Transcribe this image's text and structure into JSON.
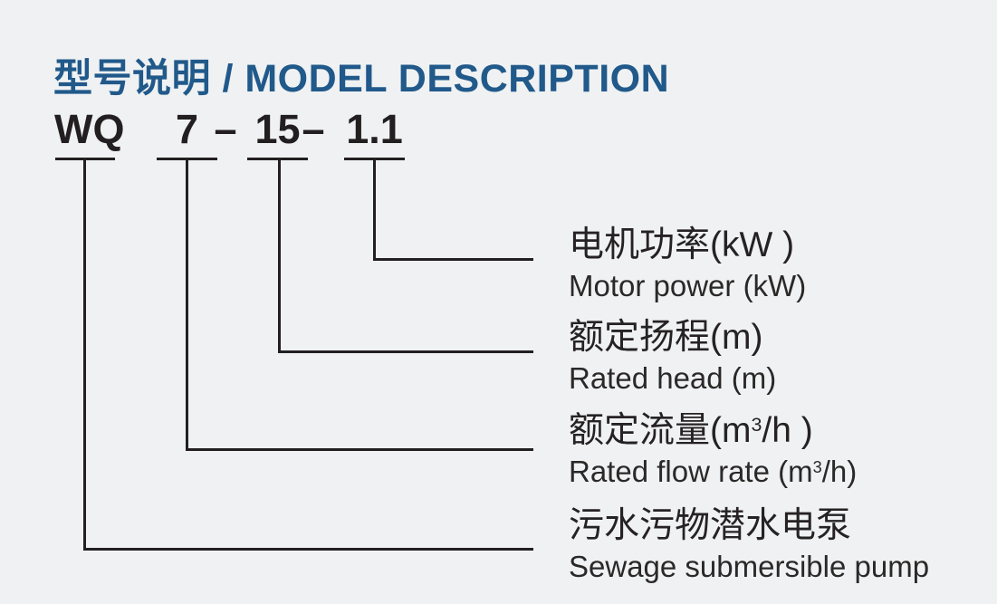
{
  "page": {
    "background": "#eff1f2"
  },
  "title": {
    "text": "型号说明 / MODEL DESCRIPTION",
    "color": "#20598a"
  },
  "model": {
    "segments": {
      "series": "WQ",
      "flow": "7",
      "head": "15",
      "power": "1.1"
    },
    "separator": "–"
  },
  "labels": {
    "motor_power": {
      "zh": [
        "电机功率(kW )",
        "",
        ""
      ],
      "en": [
        "Motor power (kW)",
        "",
        ""
      ]
    },
    "rated_head": {
      "zh": [
        "额定扬程(m)",
        "",
        ""
      ],
      "en": [
        "Rated head (m)",
        "",
        ""
      ]
    },
    "rated_flow": {
      "zh": [
        "额定流量(m",
        "3",
        "/h )"
      ],
      "en": [
        "Rated flow rate (m",
        "3",
        "/h)"
      ]
    },
    "pump_type": {
      "zh": [
        "污水污物潜水电泵",
        "",
        ""
      ],
      "en": [
        "Sewage submersible pump",
        "",
        ""
      ]
    }
  },
  "colors": {
    "line": "#231f20",
    "text": "#262223",
    "title_blue": "#20598a"
  }
}
